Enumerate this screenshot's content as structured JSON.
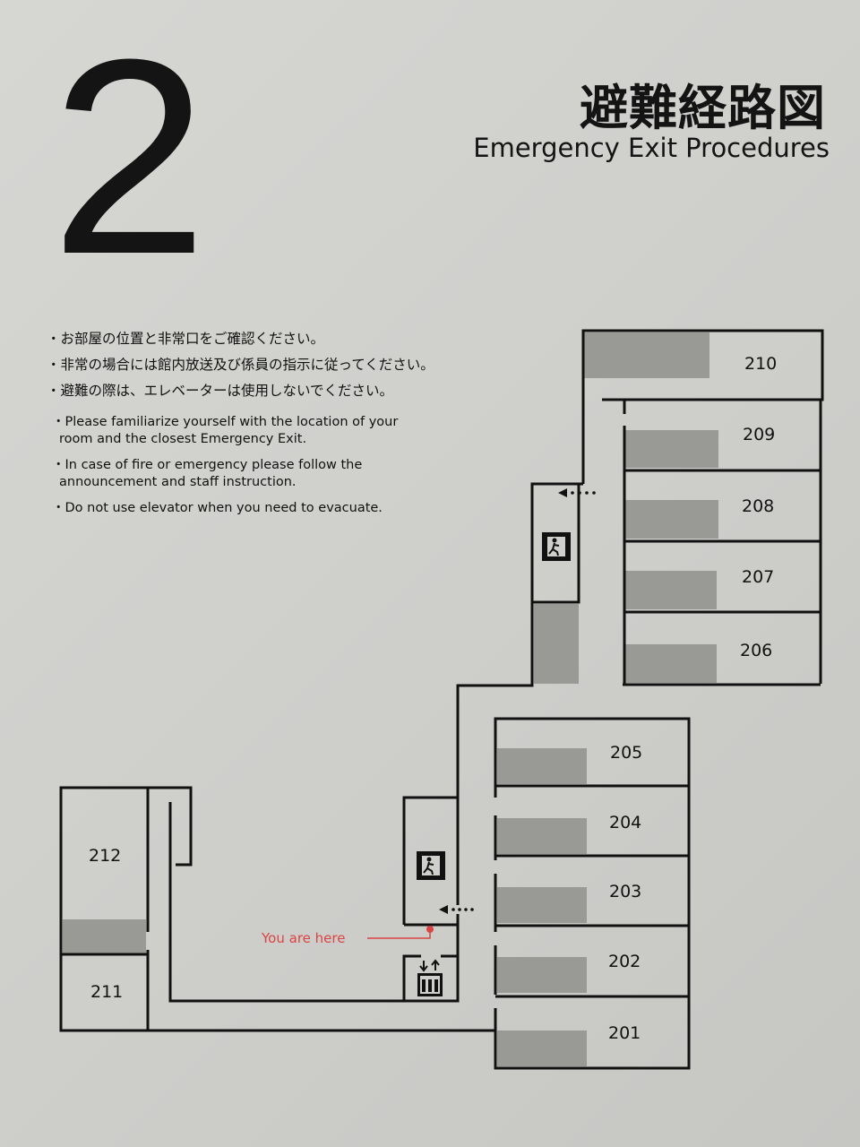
{
  "floor_number": "2",
  "title_jp": "避難経路図",
  "title_en": "Emergency Exit Procedures",
  "notes_jp": [
    "・お部屋の位置と非常口をご確認ください。",
    "・非常の場合には館内放送及び係員の指示に従ってください。",
    "・避難の際は、エレベーターは使用しないでください。"
  ],
  "notes_en": [
    {
      "line1": "・Please familiarize yourself with the location of your",
      "line2": "room and the closest Emergency Exit."
    },
    {
      "line1": "・In case of fire or emergency please follow the",
      "line2": "announcement and staff instruction."
    },
    {
      "line1": "・Do not use elevator when you need to evacuate.",
      "line2": ""
    }
  ],
  "rooms": {
    "r201": "201",
    "r202": "202",
    "r203": "203",
    "r204": "204",
    "r205": "205",
    "r206": "206",
    "r207": "207",
    "r208": "208",
    "r209": "209",
    "r210": "210",
    "r211": "211",
    "r212": "212"
  },
  "you_are_here": "You are here",
  "colors": {
    "you_are_here": "#d94545",
    "room_fill": "#999996",
    "wall": "#111111"
  },
  "icons": [
    "emergency-exit-icon",
    "elevator-icon",
    "evacuation-arrow-icon"
  ]
}
